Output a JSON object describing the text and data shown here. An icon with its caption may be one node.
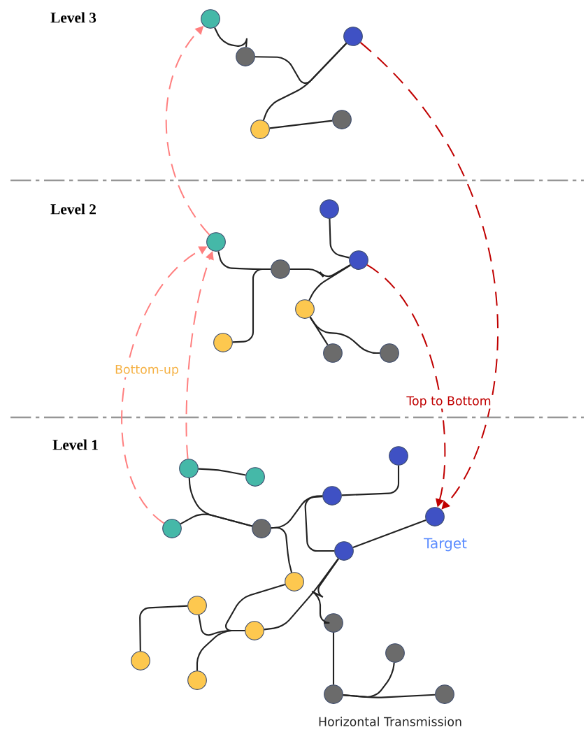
{
  "diagram": {
    "nodes": [
      {
        "text": [],
        "shape": "circle"
      },
      {
        "text": [],
        "shape": "circle"
      },
      {
        "text": [],
        "shape": "circle"
      },
      {
        "text": [],
        "shape": "circle"
      },
      {
        "text": [],
        "shape": "circle"
      },
      {
        "text": [],
        "shape": "circle"
      },
      {
        "text": [],
        "shape": "circle"
      },
      {
        "text": [],
        "shape": "circle"
      },
      {
        "text": [],
        "shape": "circle"
      },
      {
        "text": [],
        "shape": "circle"
      },
      {
        "text": [],
        "shape": "circle"
      },
      {
        "text": [],
        "shape": "circle"
      },
      {
        "text": [],
        "shape": "circle"
      },
      {
        "text": [],
        "shape": "circle"
      },
      {
        "text": [],
        "shape": "circle"
      },
      {
        "text": [],
        "shape": "circle"
      },
      {
        "text": [],
        "shape": "circle"
      },
      {
        "text": [],
        "shape": "circle",
        "beside": [
          "Target"
        ]
      },
      {
        "text": [],
        "shape": "circle"
      },
      {
        "text": [],
        "shape": "circle"
      },
      {
        "text": [],
        "shape": "circle"
      },
      {
        "text": [],
        "shape": "circle"
      },
      {
        "text": [],
        "shape": "circle"
      },
      {
        "text": [],
        "shape": "circle"
      },
      {
        "text": [],
        "shape": "circle"
      },
      {
        "text": [],
        "shape": "circle"
      },
      {
        "text": [],
        "shape": "circle"
      },
      {
        "text": [],
        "shape": "circle"
      },
      {
        "text": [],
        "shape": "circle"
      },
      {
        "text": [],
        "shape": "circle"
      }
    ],
    "edges": [
      {
        "from": 0,
        "to": 2,
        "arrow": "none"
      },
      {
        "from": 2,
        "to": 1,
        "arrow": "none"
      },
      {
        "from": 4,
        "to": 1,
        "arrow": "none"
      },
      {
        "from": 4,
        "to": 3,
        "arrow": "none"
      },
      {
        "from": 5,
        "to": 7,
        "arrow": "none"
      },
      {
        "from": 6,
        "to": 8,
        "arrow": "none"
      },
      {
        "from": 10,
        "to": 8,
        "arrow": "none"
      },
      {
        "from": 8,
        "to": 7,
        "arrow": "none"
      },
      {
        "from": 9,
        "to": 7,
        "arrow": "none"
      },
      {
        "from": 9,
        "to": 11,
        "arrow": "none"
      },
      {
        "from": 9,
        "to": 12,
        "arrow": "none"
      },
      {
        "from": 14,
        "to": 15,
        "arrow": "none"
      },
      {
        "from": 14,
        "to": 19,
        "arrow": "none"
      },
      {
        "from": 18,
        "to": 19,
        "arrow": "none"
      },
      {
        "from": 19,
        "to": 16,
        "arrow": "none"
      },
      {
        "from": 19,
        "to": 21,
        "arrow": "none"
      },
      {
        "from": 16,
        "to": 20,
        "arrow": "none"
      },
      {
        "from": 16,
        "to": 13,
        "arrow": "none"
      },
      {
        "from": 20,
        "to": 17,
        "arrow": "none"
      },
      {
        "from": 20,
        "to": 24,
        "arrow": "none"
      },
      {
        "from": 20,
        "to": 23,
        "arrow": "none"
      },
      {
        "from": 24,
        "to": 21,
        "arrow": "none"
      },
      {
        "from": 24,
        "to": 22,
        "arrow": "none"
      },
      {
        "from": 24,
        "to": 27,
        "arrow": "none"
      },
      {
        "from": 22,
        "to": 26,
        "arrow": "none"
      },
      {
        "from": 23,
        "to": 28,
        "arrow": "none"
      },
      {
        "from": 28,
        "to": 29,
        "arrow": "none"
      },
      {
        "from": 28,
        "to": 25,
        "arrow": "none"
      },
      {
        "from": 18,
        "to": 6,
        "arrow": "to",
        "style": "dashed",
        "color": "#ff7f7f"
      },
      {
        "from": 14,
        "to": 6,
        "arrow": "to",
        "style": "dashed",
        "color": "#ff7f7f"
      },
      {
        "from": 6,
        "to": 0,
        "arrow": "to",
        "style": "dashed",
        "color": "#ff7f7f"
      },
      {
        "from": 1,
        "to": 17,
        "arrow": "to",
        "style": "dashed",
        "color": "#c00000"
      },
      {
        "from": 7,
        "to": 17,
        "arrow": "to",
        "style": "dashed",
        "color": "#c00000",
        "label": "Top to Bottom"
      }
    ],
    "labels": [
      "Level 3",
      "Level 2",
      "Bottom-up",
      "Level 1",
      "Horizontal Transmission"
    ]
  }
}
